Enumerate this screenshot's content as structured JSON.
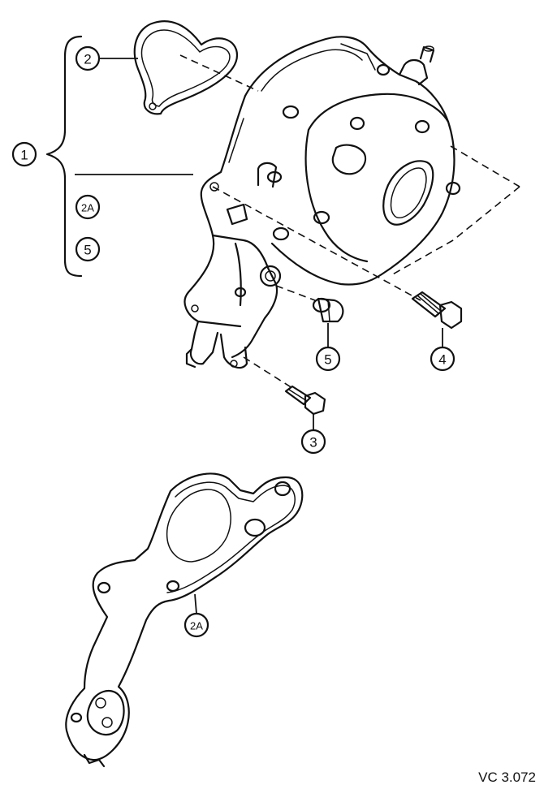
{
  "callouts": {
    "part_1": "1",
    "part_2": "2",
    "part_2a": "2A",
    "part_3": "3",
    "part_4": "4",
    "part_5": "5"
  },
  "legend_group": {
    "parent": "1",
    "children": [
      "2A",
      "5"
    ]
  },
  "figure_ref": "VC 3.072"
}
